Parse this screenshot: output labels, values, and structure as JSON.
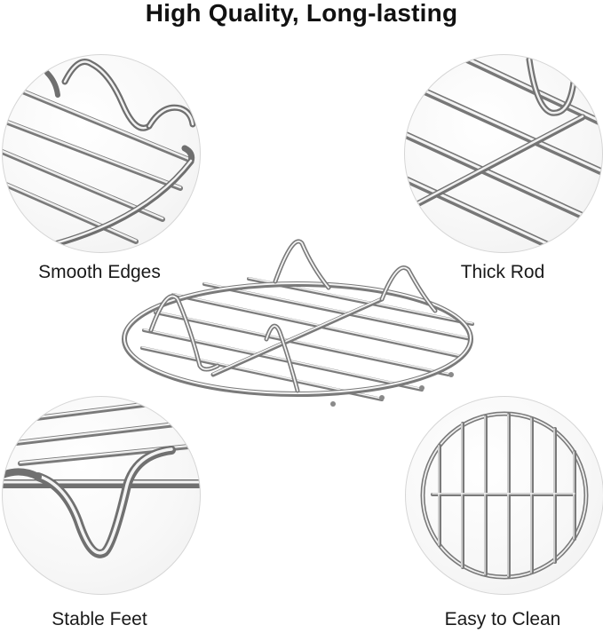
{
  "header": {
    "title": "High Quality, Long-lasting"
  },
  "features": [
    {
      "label": "Smooth Edges"
    },
    {
      "label": "Thick Rod"
    },
    {
      "label": "Stable Feet"
    },
    {
      "label": "Easy to Clean"
    }
  ],
  "colors": {
    "background": "#ffffff",
    "circle_border": "#d6d6d6",
    "metal_dark": "#6e6e6e",
    "metal_light": "#f0f0f0"
  }
}
